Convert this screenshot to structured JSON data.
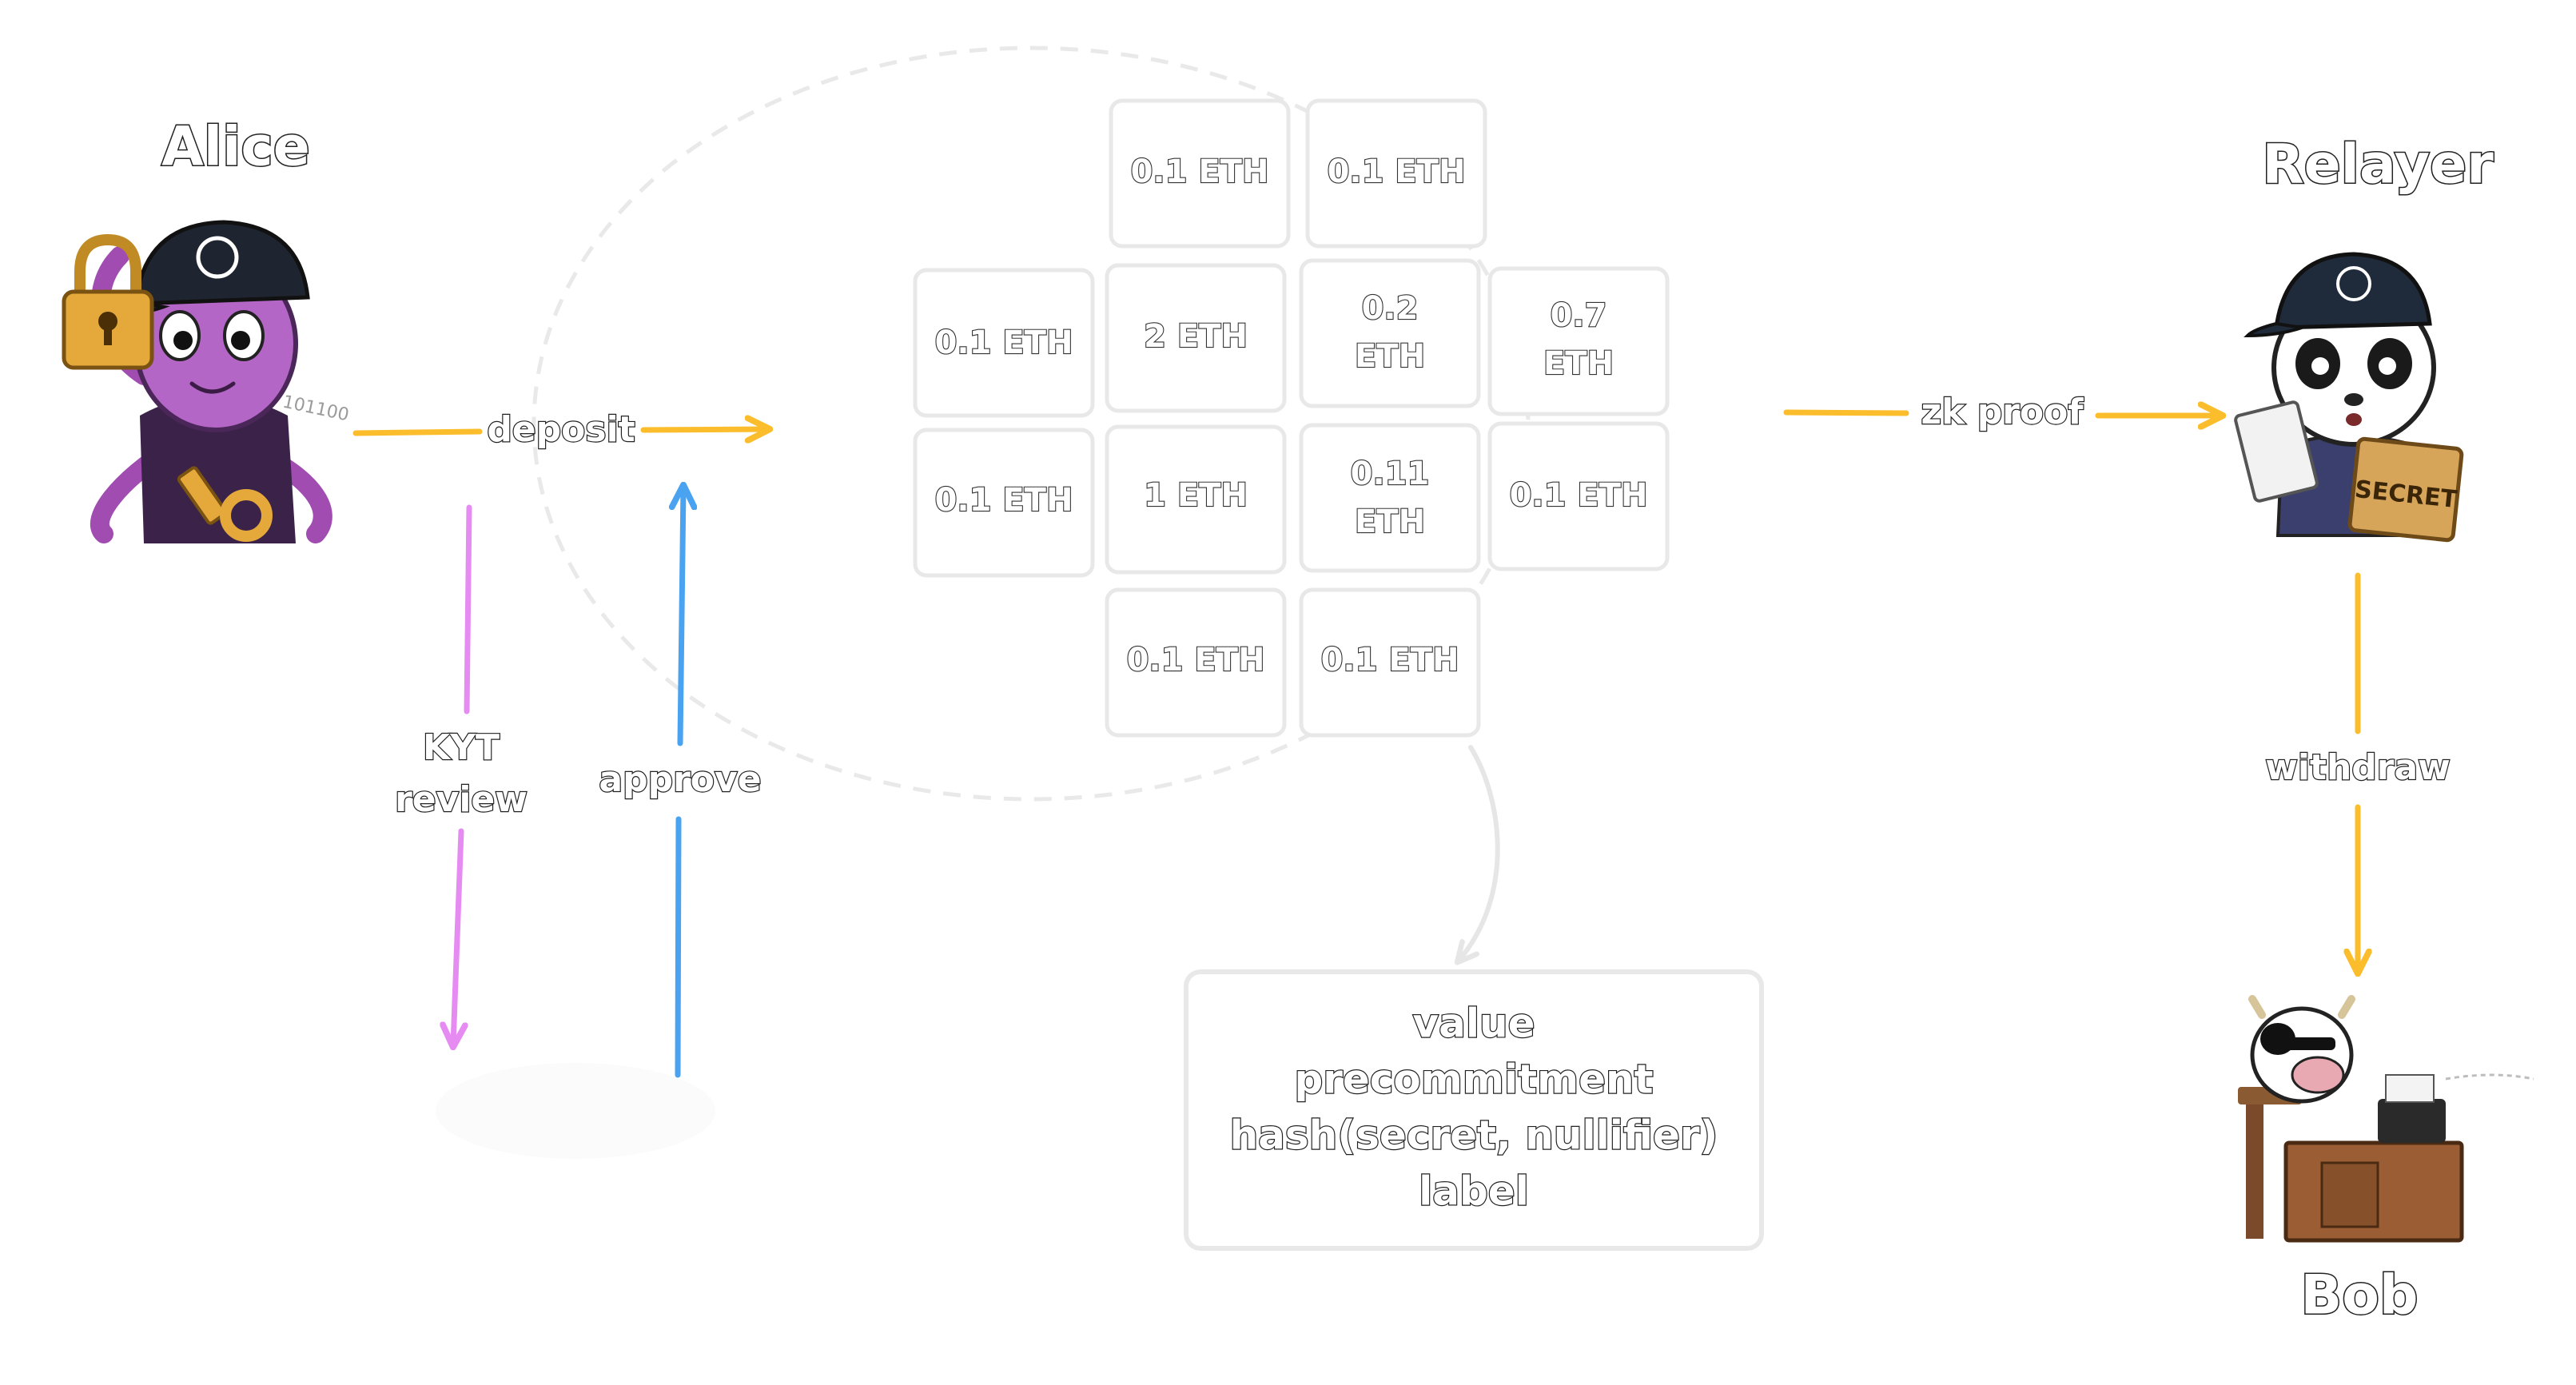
{
  "actors": {
    "alice": "Alice",
    "relayer": "Relayer",
    "bob": "Bob"
  },
  "edges": {
    "deposit": "deposit",
    "kyt_review": [
      "KYT",
      "review"
    ],
    "approve": "approve",
    "zk_proof": "zk proof",
    "withdraw": "withdraw"
  },
  "alice_badge": "101100",
  "relayer_box": "SECRET",
  "pool_tiles": [
    "0.1 ETH",
    "0.1 ETH",
    "0.1 ETH",
    "2 ETH",
    [
      "0.2",
      "ETH"
    ],
    [
      "0.7",
      "ETH"
    ],
    "0.1 ETH",
    "1 ETH",
    [
      "0.11",
      "ETH"
    ],
    "0.1 ETH",
    "0.1 ETH",
    "0.1 ETH"
  ],
  "commitment_box": [
    "value",
    "precommitment",
    "hash(secret, nullifier)",
    "label"
  ],
  "colors": {
    "yellow": "#fbbd2c",
    "pink": "#e58bf2",
    "blue": "#4aa3f0",
    "gray": "#e6e6e6"
  }
}
